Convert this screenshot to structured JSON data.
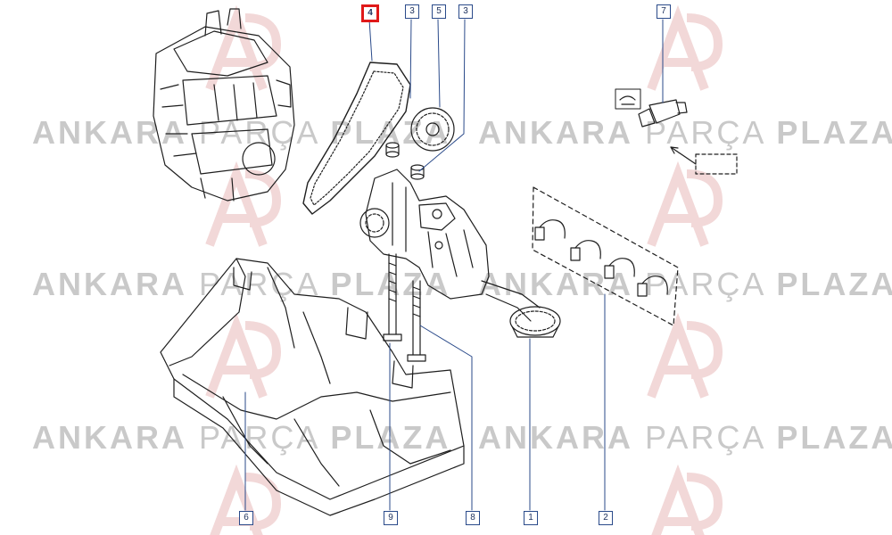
{
  "watermark": {
    "bold1": "ANKARA",
    "light": "PARÇA",
    "bold2": "PLAZA"
  },
  "callouts": {
    "c4": "4",
    "c3a": "3",
    "c5": "5",
    "c3b": "3",
    "c7": "7",
    "c6": "6",
    "c9": "9",
    "c8": "8",
    "c1": "1",
    "c2": "2"
  },
  "colors": {
    "line": "#1e1e1e",
    "callout_border": "#2a4a8a",
    "highlight": "#e01919",
    "watermark_text": "#c9c9c9",
    "watermark_logo": "#f1d4d4"
  }
}
